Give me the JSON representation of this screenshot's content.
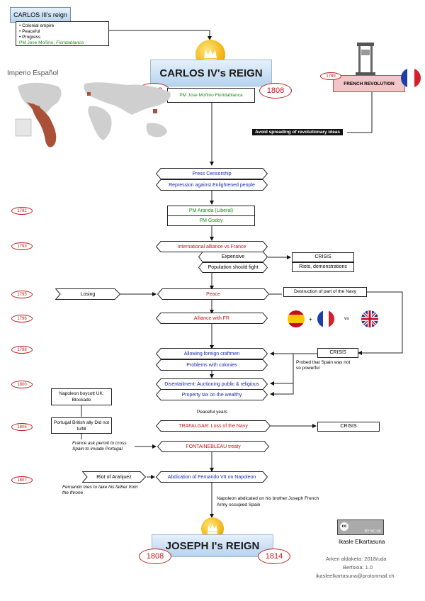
{
  "carlos3": {
    "title": "CARLOS III's reign",
    "bullets": [
      "Colonial empire",
      "Peaceful",
      "Progress"
    ],
    "pm": "PM Jose Moñino, ",
    "pm_italic": "Floridablanca"
  },
  "carlos4": {
    "title": "CARLOS IV's REIGN",
    "start": "1788",
    "end": "1808",
    "pm": "PM Jose Moñino Floridablanca"
  },
  "map": {
    "label": "Imperio Español"
  },
  "french_revolution": {
    "year": "1789",
    "label": "FRENCH REVOLUTION"
  },
  "avoid_label": "Avoid spreading of revolutionary ideas",
  "measures": [
    "Press Censorship",
    "Repression against Enlightened people"
  ],
  "pms": [
    "PM Aranda (Liberal)",
    "PM Godoy"
  ],
  "events": {
    "y1792": "1792",
    "y1793": "1793",
    "alliance_fr": "International alliance vs France",
    "expensive": "Expensive",
    "population": "Population should fight",
    "crisis1": "CRISIS",
    "riots": "Riots, demonstrations",
    "y1795": "1795",
    "losing": "Losing",
    "peace": "Peace",
    "navy_destruction": "Destruction of part of the Navy",
    "y1796": "1796",
    "alliance_with_fr": "Alliance with FR",
    "plus": "+",
    "vs": "vs",
    "y1798": "1798",
    "foreign_craftmen": "Allowing foreign craftmen",
    "colonies_problems": "Problems with colonies",
    "crisis2": "CRISIS",
    "proved_note": "Probed that Spain was not so powerful",
    "y1800": "1800",
    "disentailment": "Disentailment: Auctioning public & religious",
    "property_tax": "Property tax on the wealthy",
    "napoleon_boycott": "Napoleon boycott UK: Blockade",
    "peaceful_years": "Peaceful years",
    "y1805": "1805",
    "portugal": "Portugal British ally Did not fulfill",
    "trafalgar": "TRAFALGAR: Loss of the Navy",
    "crisis3": "CRISIS",
    "france_permit": "France ask permit to cross Spain to invade Portugal",
    "fontainebleau": "FONTAINEBLEAU treaty",
    "y1807": "1807",
    "riot": "Riot of Aranjuez",
    "fernando_note": "Fernando tries to take his father from the throne",
    "abdication": "Abdication of Fernando VII on Napoleon",
    "napoleon_note": "Napoleon abdicated on his brother Joseph French Army occupied Spain"
  },
  "joseph": {
    "title": "JOSEPH I's REIGN",
    "start": "1808",
    "end": "1814"
  },
  "credits": {
    "cc_text": "BY  NC  SA",
    "author": "Ikasle Elkartasuna",
    "date": "Arken aldaketa: 2018/uda",
    "version": "Bertsioa: 1.0",
    "email": "ikasleelkartasuna@protonmail.ch"
  },
  "colors": {
    "blue": "#1a2aa8",
    "green": "#16911a",
    "red": "#c0181d"
  }
}
